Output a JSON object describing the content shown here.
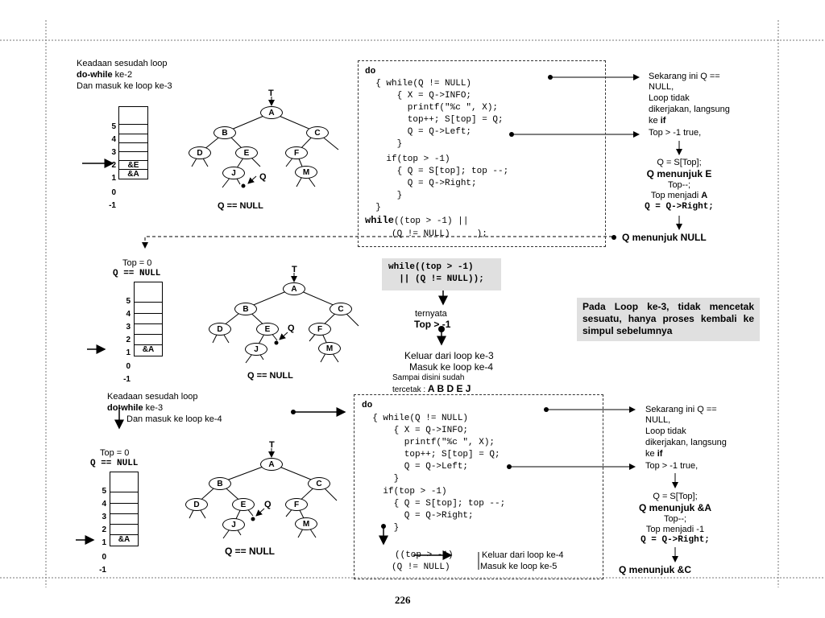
{
  "page_number": "226",
  "state1": {
    "caption1": "Keadaan sesudah loop",
    "caption2_bold": "do-while",
    "caption2_rest": " ke-2",
    "caption3": "Dan masuk ke loop ke-3",
    "stack_index": [
      "5",
      "4",
      "3",
      "2",
      "1",
      "0",
      "-1"
    ],
    "stack_cells": [
      "",
      "",
      "",
      "",
      "&E",
      "&A"
    ],
    "q_label": "Q == NULL"
  },
  "code1": {
    "kw_do": "do",
    "lines": [
      "  { while(Q != NULL)",
      "      { X = Q->INFO;",
      "        printf(\"%c \", X);",
      "        top++; S[top] = Q;",
      "        Q = Q->Left;",
      "      }",
      "    if(top > -1)",
      "      { Q = S[top]; top --;",
      "        Q = Q->Right;",
      "      }",
      "  }"
    ],
    "kw_while": "while",
    "while_rest": "((top > -1) ||",
    "last_line": "     (Q != NULL)     );"
  },
  "note1": {
    "lines": [
      "Sekarang ini Q ==",
      "NULL,",
      "Loop tidak",
      "dikerjakan, langsung"
    ],
    "ke": "ke ",
    "if_kw": "if",
    "cond": "Top > -1 true,",
    "qs": "Q = S[Top];",
    "qpoint": "Q menunjuk E",
    "topdec": "Top--;",
    "topnow": "Top menjadi ",
    "topnow_val": "A",
    "qright": "Q = Q->Right;",
    "qnull": "Q menunjuk NULL"
  },
  "state2": {
    "top_label": "Top = 0",
    "q_null": "Q == NULL",
    "stack_index": [
      "5",
      "4",
      "3",
      "2",
      "1",
      "0",
      "-1"
    ],
    "stack_cells": [
      "",
      "",
      "",
      "",
      "&A"
    ],
    "q_label": "Q == NULL"
  },
  "middle": {
    "cond_line1": "while((top > -1)",
    "cond_line2": "  || (Q != NULL));",
    "ternyata": "ternyata",
    "top_result": "Top > -1",
    "keluar": "Keluar dari loop ke-3",
    "masuk": "Masuk ke loop ke-4",
    "sampai": "Sampai disini sudah",
    "tercetak": "tercetak : ",
    "printed": "A B D E J"
  },
  "info_box": "Pada Loop ke-3, tidak mencetak sesuatu, hanya proses kembali ke simpul sebelumnya",
  "state3": {
    "caption1": "Keadaan sesudah loop",
    "caption2_bold": "do-while",
    "caption2_rest": " ke-3",
    "caption3": "Dan masuk ke loop ke-4",
    "top_label": "Top = 0",
    "q_null": "Q == NULL",
    "stack_index": [
      "5",
      "4",
      "3",
      "2",
      "1",
      "0",
      "-1"
    ],
    "stack_cells": [
      "",
      "",
      "",
      "",
      "&A"
    ],
    "q_label": "Q == NULL"
  },
  "code2": {
    "kw_do": "do",
    "lines": [
      "  { while(Q != NULL)",
      "      { X = Q->INFO;",
      "        printf(\"%c \", X);",
      "        top++; S[top] = Q;",
      "        Q = Q->Left;",
      "      }",
      "    if(top > -1)",
      "      { Q = S[top]; top --;",
      "        Q = Q->Right;",
      "      }"
    ],
    "while_rest": "((top > -1)",
    "last_line": "     (Q != NULL)",
    "keluar": "Keluar dari loop ke-4",
    "masuk": "Masuk ke loop ke-5"
  },
  "note2": {
    "lines": [
      "Sekarang ini Q ==",
      "NULL,",
      "Loop tidak",
      "dikerjakan, langsung"
    ],
    "ke": "ke ",
    "if_kw": "if",
    "cond": "Top > -1 true,",
    "qs": "Q = S[Top];",
    "qpoint": "Q menunjuk &A",
    "topdec": "Top--;",
    "topnow": "Top menjadi  -1",
    "qright": "Q = Q->Right;",
    "qc": "Q menunjuk &C"
  },
  "tree": {
    "nodes": {
      "A": "A",
      "B": "B",
      "C": "C",
      "D": "D",
      "E": "E",
      "F": "F",
      "J": "J",
      "M": "M"
    },
    "t_label": "T",
    "q_pointer": "Q"
  }
}
